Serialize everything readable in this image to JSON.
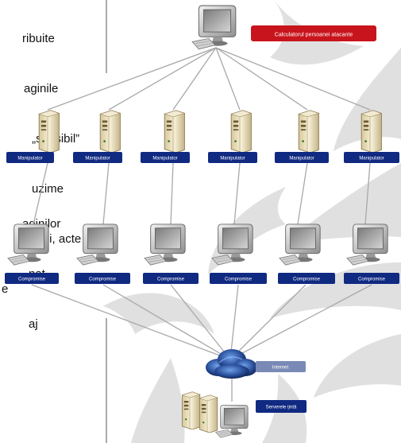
{
  "page_text": {
    "top_lines": [
      "ribuite",
      "aginile",
      " „sensibil”",
      "uzime",
      "zboi, acte",
      "e"
    ],
    "middle_lines": [
      "aginilor",
      "nat",
      "aj"
    ]
  },
  "top_node": {
    "label": "Calculatorul persoanei atacante"
  },
  "manipulator_labels": [
    "Manipulator",
    "Manipulator",
    "Manipulator",
    "Manipulator",
    "Manipulator",
    "Manipulator"
  ],
  "compromise_labels": [
    "Compromise",
    "Compromise",
    "Compromise",
    "Compromise",
    "Compromise",
    "Compromise"
  ],
  "internet": {
    "label": "Internet"
  },
  "target_servers": {
    "label": "Serverele țintă"
  },
  "colors": {
    "attacker_label_bg": "#c8141c",
    "node_label_bg": "#102a82",
    "internet_label_bg": "#7a8ab6",
    "decor_shape": "#e0e0e0",
    "connector_line": "#a8a8a8"
  }
}
